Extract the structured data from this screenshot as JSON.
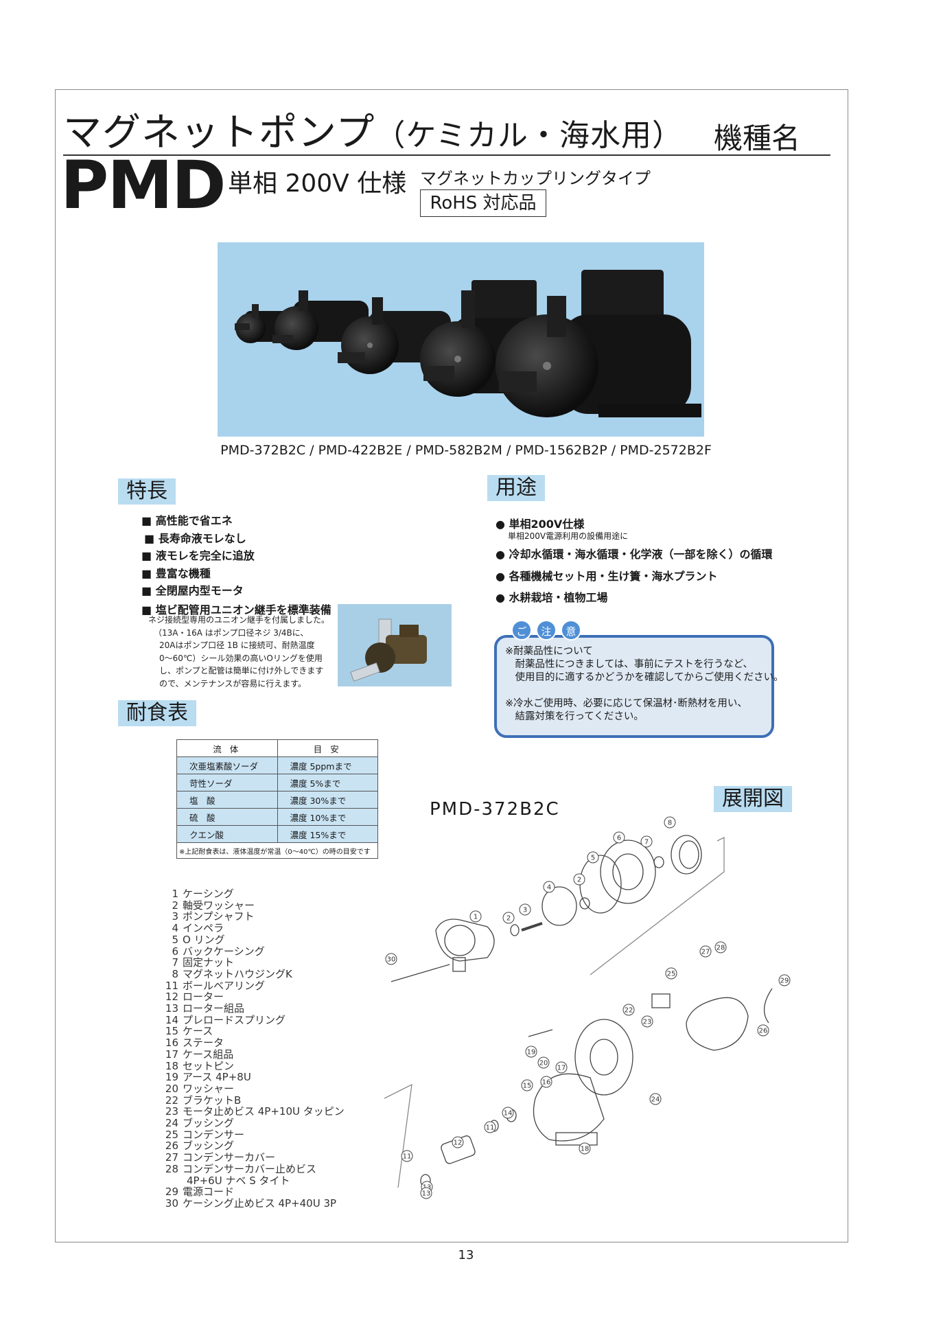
{
  "header": {
    "title": "マグネットポンプ",
    "title_sub": "（ケミカル・海水用）",
    "model_label": "機種名",
    "series": "PMD",
    "spec": "単相 200V 仕様",
    "coupling": "マグネットカップリングタイプ",
    "rohs": "RoHS 対応品"
  },
  "models_caption": "PMD-372B2C / PMD-422B2E / PMD-582B2M / PMD-1562B2P / PMD-2572B2F",
  "features": {
    "heading": "特長",
    "items": [
      "■ 高性能で省エネ",
      "■ 長寿命液モレなし",
      "■ 液モレを完全に追放",
      "■ 豊富な機種",
      "■ 全閉屋内型モータ",
      "■ 塩ビ配管用ユニオン継手を標準装備"
    ],
    "note_lines": [
      "ネジ接続型専用のユニオン継手を付属しました。",
      "（13A・16A はポンプ口径ネジ 3/4Bに、",
      "20Aはポンプ口径 1B に接続可、耐熱温度",
      "0～60℃）シール効果の高いOリングを使用",
      "し、ポンプと配管は簡単に付け外しできます",
      "ので、メンテナンスが容易に行えます。"
    ]
  },
  "uses": {
    "heading": "用途",
    "items": [
      {
        "label": "● 単相200V仕様",
        "note": "単相200V電源利用の設備用途に"
      },
      {
        "label": "● 冷却水循環・海水循環・化学液（一部を除く）の循環",
        "note": ""
      },
      {
        "label": "● 各種機械セット用・生け簀・海水プラント",
        "note": ""
      },
      {
        "label": "● 水耕栽培・植物工場",
        "note": ""
      }
    ]
  },
  "caution": {
    "bubbles": [
      "ご",
      "注",
      "意"
    ],
    "lines": [
      "※耐薬品性について",
      "　耐薬品性につきましては、事前にテストを行うなど、",
      "　使用目的に適するかどうかを確認してからご使用ください。",
      "",
      "※冷水ご使用時、必要に応じて保温材･断熱材を用い、",
      "　結露対策を行ってください。"
    ]
  },
  "corrosion": {
    "heading": "耐食表",
    "col_fluid": "流 体",
    "col_guide": "目 安",
    "rows": [
      {
        "fluid": "次亜塩素酸ソーダ",
        "value": "濃度 5ppmまで"
      },
      {
        "fluid": "苛性ソーダ",
        "value": "濃度 5%まで"
      },
      {
        "fluid": "塩　酸",
        "value": "濃度 30%まで"
      },
      {
        "fluid": "硫　酸",
        "value": "濃度 10%まで"
      },
      {
        "fluid": "クエン酸",
        "value": "濃度 15%まで"
      }
    ],
    "note": "※上記耐食表は、液体温度が常温（0～40℃）の時の目安です"
  },
  "diagram": {
    "heading": "展開図",
    "model": "PMD-372B2C",
    "callouts": [
      "1",
      "2",
      "3",
      "4",
      "2",
      "5",
      "6",
      "7",
      "8",
      "30",
      "27",
      "28",
      "25",
      "29",
      "22",
      "23",
      "26",
      "19",
      "20",
      "17",
      "16",
      "15",
      "24",
      "14",
      "13",
      "12",
      "11",
      "11",
      "13",
      "18"
    ]
  },
  "parts": [
    {
      "no": "1",
      "name": "ケーシング"
    },
    {
      "no": "2",
      "name": "軸受ワッシャー"
    },
    {
      "no": "3",
      "name": "ポンプシャフト"
    },
    {
      "no": "4",
      "name": "インペラ"
    },
    {
      "no": "5",
      "name": "O リング"
    },
    {
      "no": "6",
      "name": "バックケーシング"
    },
    {
      "no": "7",
      "name": "固定ナット"
    },
    {
      "no": "8",
      "name": "マグネットハウジングK"
    },
    {
      "no": "11",
      "name": "ボールベアリング"
    },
    {
      "no": "12",
      "name": "ローター"
    },
    {
      "no": "13",
      "name": "ローター組品"
    },
    {
      "no": "14",
      "name": "プレロードスプリング"
    },
    {
      "no": "15",
      "name": "ケース"
    },
    {
      "no": "16",
      "name": "ステータ"
    },
    {
      "no": "17",
      "name": "ケース組品"
    },
    {
      "no": "18",
      "name": "セットピン"
    },
    {
      "no": "19",
      "name": "アース 4P+8U"
    },
    {
      "no": "20",
      "name": "ワッシャー"
    },
    {
      "no": "22",
      "name": "ブラケットB"
    },
    {
      "no": "23",
      "name": "モータ止めビス 4P+10U タッピン"
    },
    {
      "no": "24",
      "name": "ブッシング"
    },
    {
      "no": "25",
      "name": "コンデンサー"
    },
    {
      "no": "26",
      "name": "ブッシング"
    },
    {
      "no": "27",
      "name": "コンデンサーカバー"
    },
    {
      "no": "28",
      "name": "コンデンサーカバー止めビス"
    },
    {
      "no": "",
      "name": "4P+6U ナベ S タイト"
    },
    {
      "no": "29",
      "name": "電源コード"
    },
    {
      "no": "30",
      "name": "ケーシング止めビス 4P+40U 3P"
    }
  ],
  "page_number": "13"
}
